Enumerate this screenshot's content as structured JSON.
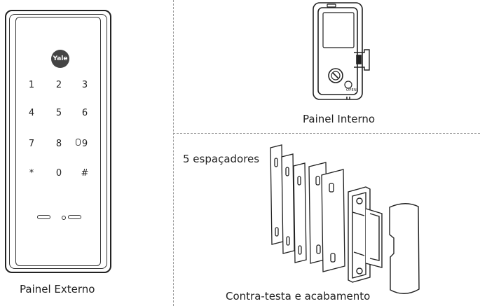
{
  "external_panel": {
    "logo": "Yale",
    "keys": [
      "1",
      "2",
      "3",
      "4",
      "5",
      "6",
      "7",
      "8",
      "9",
      "*",
      "0",
      "#"
    ],
    "caption": "Painel Externo"
  },
  "internal_panel": {
    "caption": "Painel Interno",
    "button_label": "OPEN"
  },
  "spacers": {
    "label": "5 espaçadores"
  },
  "strike": {
    "caption": "Contra-testa e acabamento"
  }
}
